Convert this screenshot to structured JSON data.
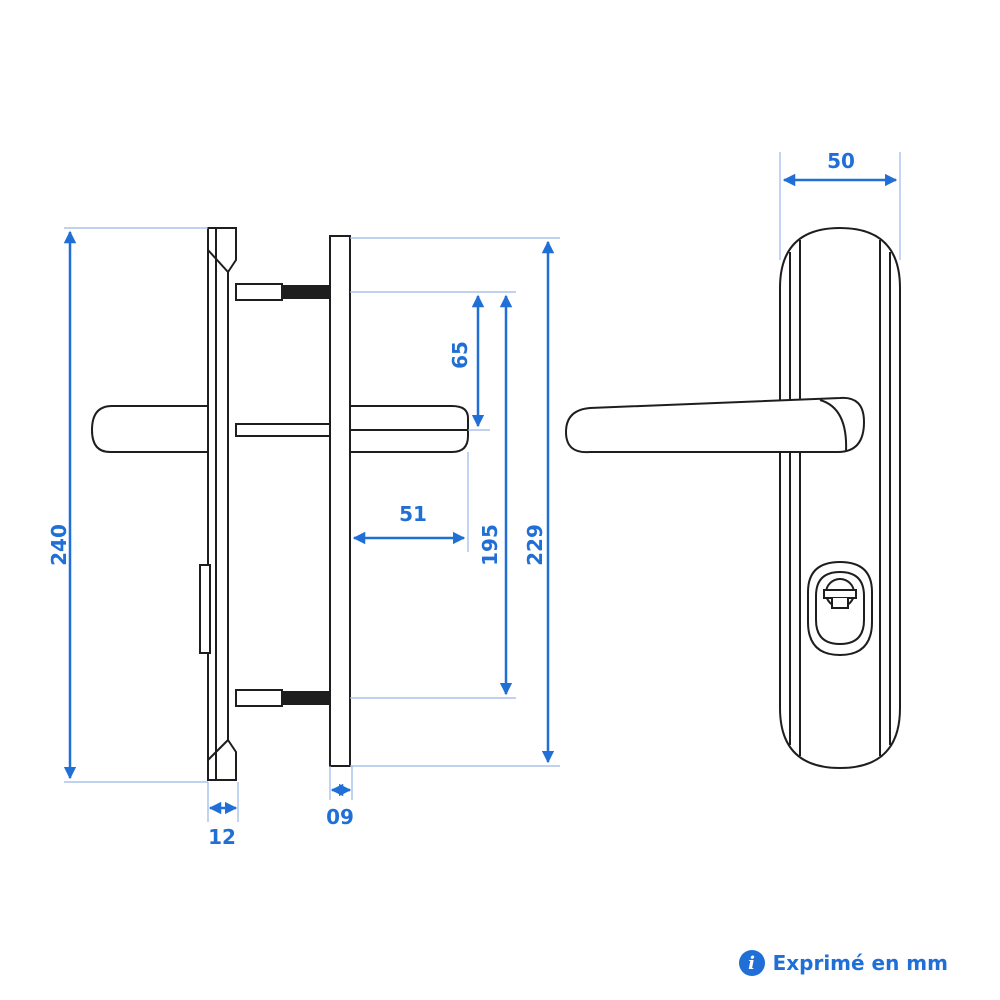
{
  "dimensions": {
    "plate_height": "240",
    "outer_plate_thickness": "12",
    "inner_plate_thickness": "09",
    "screw_spacing": "195",
    "inner_plate_height": "229",
    "handle_offset": "65",
    "handle_length": "51",
    "plate_width": "50"
  },
  "footnote": {
    "icon": "info-icon",
    "icon_glyph": "i",
    "text": "Exprimé en mm"
  },
  "colors": {
    "dimension": "#1f6fd6",
    "line": "#1e1e1e"
  }
}
